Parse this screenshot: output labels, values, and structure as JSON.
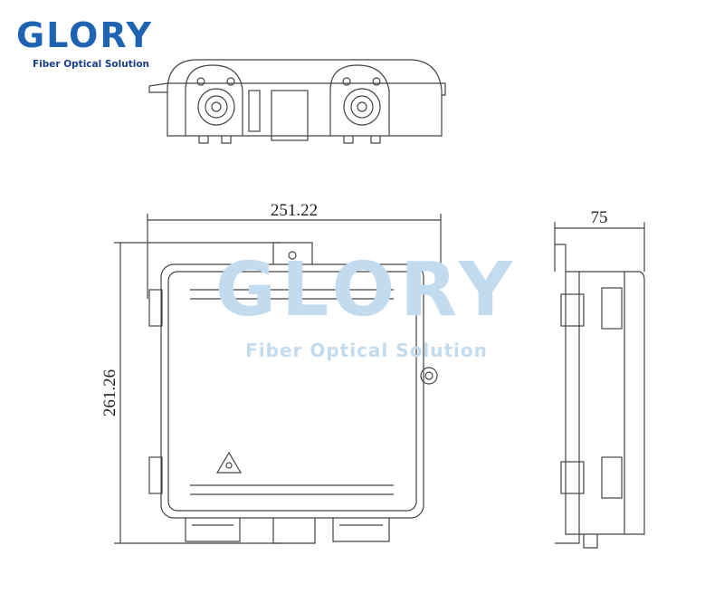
{
  "logo": {
    "word": "GLORY",
    "tagline": "Fiber Optical Solution",
    "color": "#1f63b3"
  },
  "watermark": {
    "word": "GLORY",
    "tagline": "Fiber Optical Solution"
  },
  "dimensions": {
    "width": "251.22",
    "height": "261.26",
    "depth": "75"
  }
}
